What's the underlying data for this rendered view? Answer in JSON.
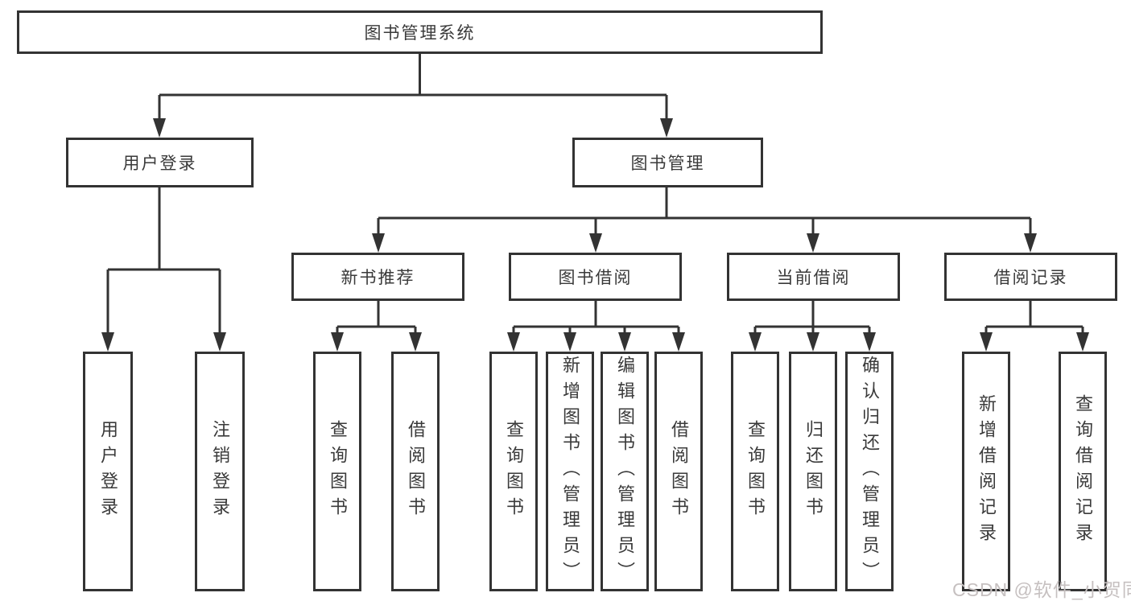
{
  "colors": {
    "line": "#333333",
    "text": "#3a3a3a",
    "box_background": "#ffffff",
    "watermark_text": "#c6c0c0"
  },
  "watermark": {
    "text": "CSDN @软件_小贺同学"
  },
  "tree": {
    "root": {
      "label": "图书管理系统"
    },
    "level2": [
      {
        "label": "用户登录",
        "children": [
          "用户登录",
          "注销登录"
        ]
      },
      {
        "label": "图书管理",
        "children": [
          {
            "label": "新书推荐",
            "children": [
              "查询图书",
              "借阅图书"
            ]
          },
          {
            "label": "图书借阅",
            "children": [
              "查询图书",
              "新增图书（管理员）",
              "编辑图书（管理员）",
              "借阅图书"
            ]
          },
          {
            "label": "当前借阅",
            "children": [
              "查询图书",
              "归还图书",
              "确认归还（管理员）"
            ]
          },
          {
            "label": "借阅记录",
            "children": [
              "新增借阅记录",
              "查询借阅记录"
            ]
          }
        ]
      }
    ]
  }
}
